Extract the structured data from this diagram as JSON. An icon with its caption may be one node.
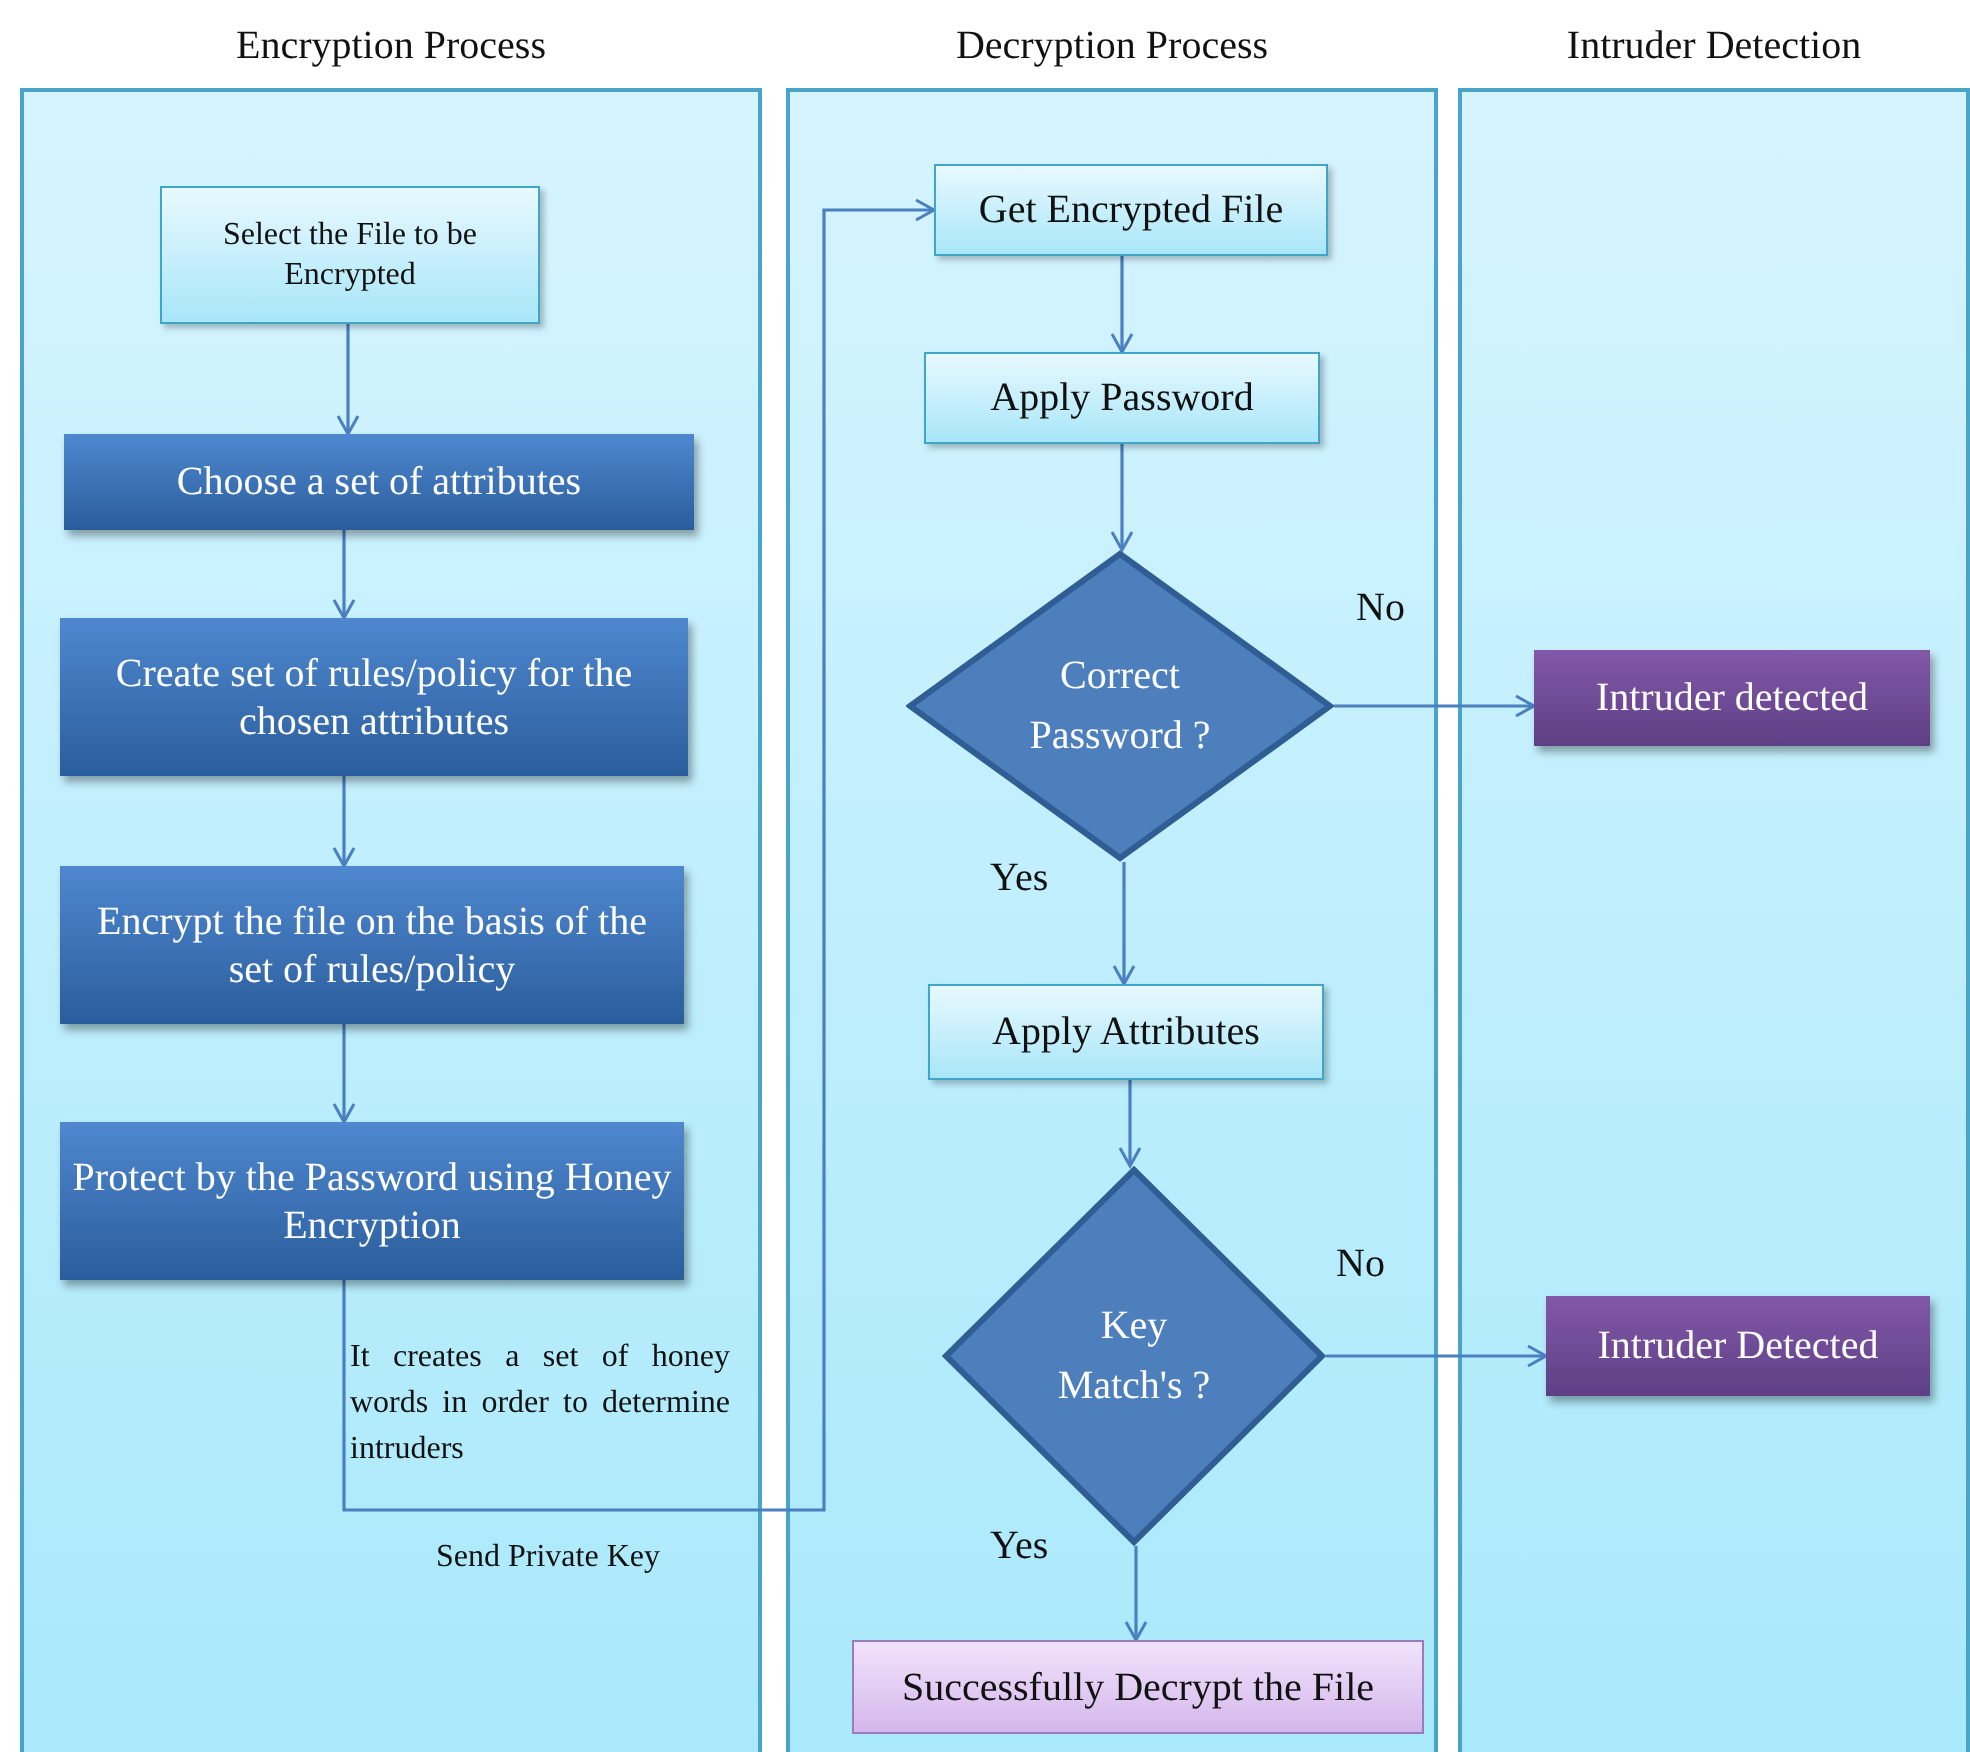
{
  "diagram": {
    "nodes": [
      {
        "text": [
          "Encryption Process"
        ]
      },
      {
        "text": [
          "Decryption Process"
        ]
      },
      {
        "text": [
          "Intruder Detection"
        ]
      },
      {
        "text": [
          "Select the File to be Encrypted"
        ],
        "in": 0
      },
      {
        "text": [
          "Choose a set of attributes"
        ],
        "in": 0
      },
      {
        "text": [
          "Create set of rules/policy for the chosen attributes"
        ],
        "in": 0
      },
      {
        "text": [
          "Encrypt the file on the basis of the set of rules/policy"
        ],
        "in": 0
      },
      {
        "text": [
          "Protect by the Password using Honey Encryption"
        ],
        "in": 0
      },
      {
        "text": [
          "Get Encrypted File"
        ],
        "in": 1
      },
      {
        "text": [
          "Apply Password"
        ],
        "in": 1
      },
      {
        "text": [
          "Correct Password ?"
        ],
        "in": 1
      },
      {
        "text": [
          "Apply Attributes"
        ],
        "in": 1
      },
      {
        "text": [
          "Key Match's ?"
        ],
        "in": 1
      },
      {
        "text": [
          "Successfully Decrypt the File"
        ],
        "in": 1
      },
      {
        "text": [
          "Intruder detected"
        ],
        "in": 2
      },
      {
        "text": [
          "Intruder Detected"
        ],
        "in": 2
      }
    ],
    "edges": [
      {
        "from": 3,
        "to": 4,
        "arrow": "to"
      },
      {
        "from": 4,
        "to": 5,
        "arrow": "to"
      },
      {
        "from": 5,
        "to": 6,
        "arrow": "to"
      },
      {
        "from": 6,
        "to": 7,
        "arrow": "to"
      },
      {
        "from": 7,
        "to": 8,
        "arrow": "to",
        "label": "Send Private Key"
      },
      {
        "from": 8,
        "to": 9,
        "arrow": "to"
      },
      {
        "from": 9,
        "to": 10,
        "arrow": "to"
      },
      {
        "from": 10,
        "to": 11,
        "arrow": "to",
        "label": "Yes"
      },
      {
        "from": 10,
        "to": 14,
        "arrow": "to",
        "label": "No"
      },
      {
        "from": 11,
        "to": 12,
        "arrow": "to"
      },
      {
        "from": 12,
        "to": 13,
        "arrow": "to",
        "label": "Yes"
      },
      {
        "from": 12,
        "to": 15,
        "arrow": "to",
        "label": "No"
      }
    ],
    "labels": [
      "It creates a set of honey words in order to determine intruders"
    ]
  }
}
